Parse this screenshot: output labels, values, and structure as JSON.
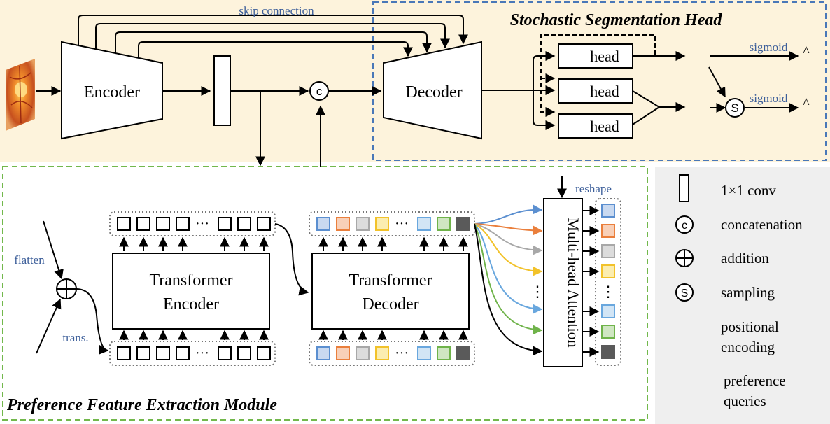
{
  "sections": {
    "top_title": "Stochastic Segmentation Head",
    "bottom_title": "Preference Feature Extraction Module"
  },
  "labels": {
    "skip_connection": "skip connection",
    "encoder": "Encoder",
    "decoder": "Decoder",
    "head": "head",
    "sigmoid": "sigmoid",
    "hat": "^",
    "concat_symbol": "c",
    "sampling_symbol": "S",
    "flatten": "flatten",
    "trans": "trans.",
    "transformer_encoder_l1": "Transformer",
    "transformer_encoder_l2": "Encoder",
    "transformer_decoder_l1": "Transformer",
    "transformer_decoder_l2": "Decoder",
    "reshape": "reshape",
    "mha": "Multi-head Attention",
    "ellipsis": "···",
    "vellipsis": "⋮"
  },
  "legend": [
    {
      "icon": "conv",
      "text": "1×1 conv"
    },
    {
      "icon": "concat",
      "symbol": "c",
      "text": "concatenation"
    },
    {
      "icon": "add",
      "text": "addition"
    },
    {
      "icon": "sampling",
      "symbol": "S",
      "text": "sampling"
    },
    {
      "icon": "none",
      "text": "positional"
    },
    {
      "icon": "none",
      "text": "encoding"
    },
    {
      "icon": "none",
      "text": "preference"
    },
    {
      "icon": "none",
      "text": "queries"
    }
  ],
  "colors": {
    "top_bg": "#fdf3dc",
    "legend_bg": "#efefef",
    "blue_dash": "#4a78b8",
    "green_dash": "#72b84c",
    "text_blue": "#3d5f9a",
    "query_blue": "#5b8fd0",
    "query_orange": "#ea7f3c",
    "query_gray": "#a8a8a8",
    "query_yellow": "#f2c22a",
    "query_lightblue": "#69a7de",
    "query_green": "#6fb34a",
    "query_dark": "#5a5a5a"
  }
}
